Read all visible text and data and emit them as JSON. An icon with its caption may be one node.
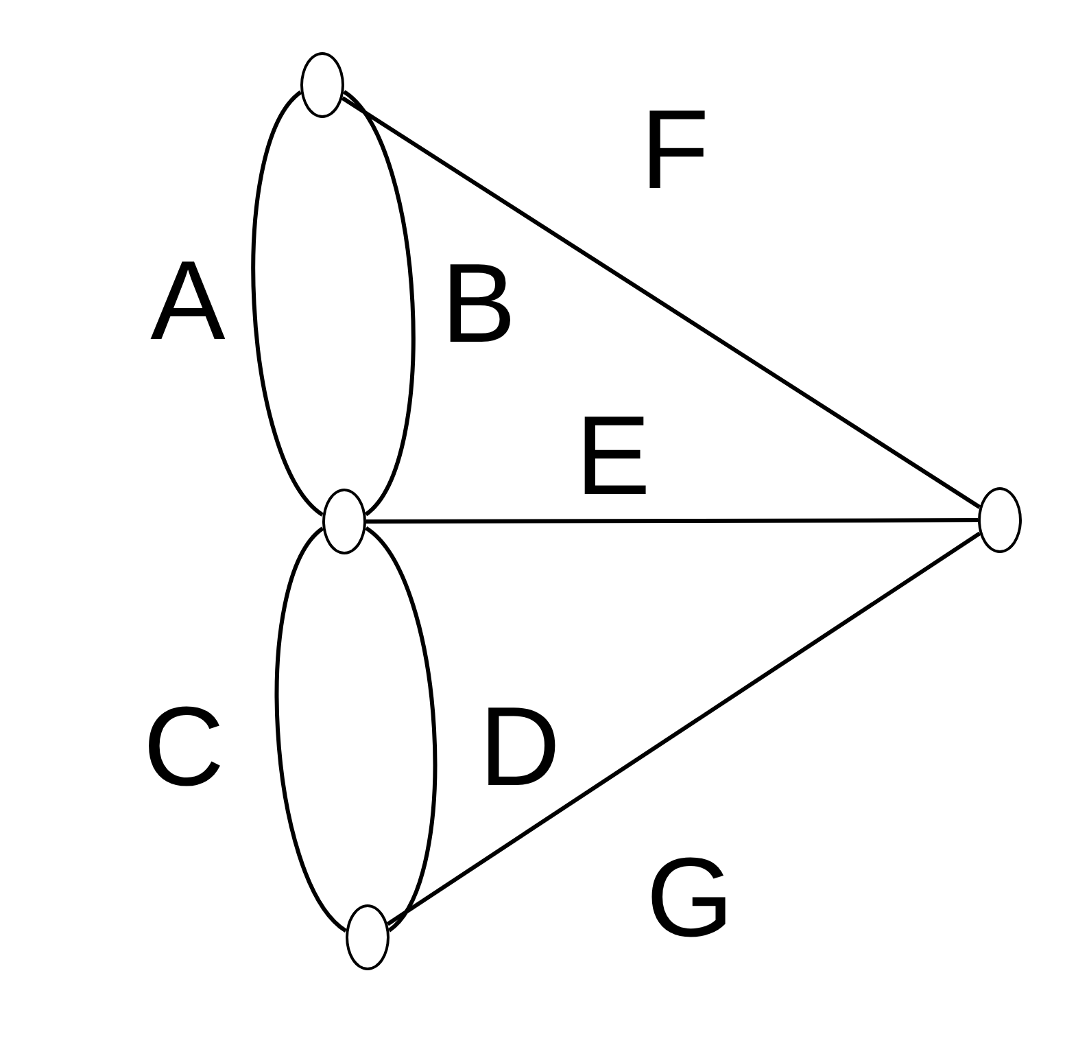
{
  "diagram": {
    "nodes": [
      {
        "text": [],
        "shape": "circle"
      },
      {
        "text": [],
        "shape": "circle"
      },
      {
        "text": [],
        "shape": "circle"
      },
      {
        "text": [],
        "shape": "circle"
      }
    ],
    "edges": [
      {
        "from": 0,
        "to": 1,
        "arrow": "none",
        "label": "A"
      },
      {
        "from": 0,
        "to": 1,
        "arrow": "none",
        "label": "B"
      },
      {
        "from": 1,
        "to": 2,
        "arrow": "none",
        "label": "C"
      },
      {
        "from": 1,
        "to": 2,
        "arrow": "none",
        "label": "D"
      },
      {
        "from": 1,
        "to": 3,
        "arrow": "none",
        "label": "E"
      },
      {
        "from": 0,
        "to": 3,
        "arrow": "none",
        "label": "F"
      },
      {
        "from": 2,
        "to": 3,
        "arrow": "none",
        "label": "G"
      }
    ]
  }
}
